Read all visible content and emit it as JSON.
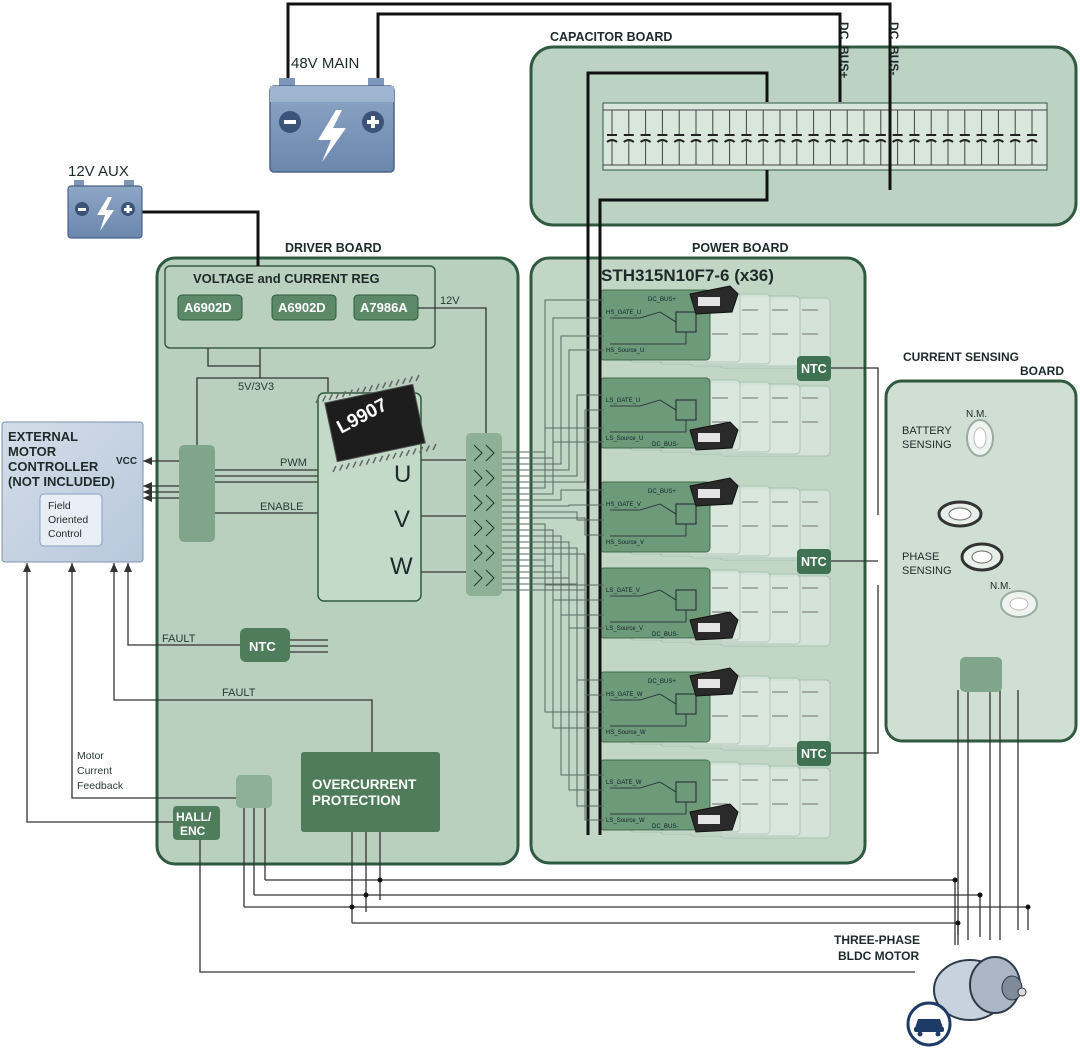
{
  "batteries": {
    "main": "48V MAIN",
    "aux": "12V AUX"
  },
  "boards": {
    "capacitor": "CAPACITOR BOARD",
    "driver": "DRIVER BOARD",
    "power": "POWER BOARD",
    "current_sensing": "CURRENT SENSING",
    "current_sensing_2": "BOARD"
  },
  "bus": {
    "plus": "DC_BUS+",
    "minus": "DC_BUS-"
  },
  "driver": {
    "reg_title": "VOLTAGE and CURRENT REG",
    "chips": [
      "A6902D",
      "A6902D",
      "A7986A"
    ],
    "v12": "12V",
    "v5": "5V/3V3",
    "ic": "L9907",
    "phases": [
      "U",
      "V",
      "W"
    ],
    "pwm": "PWM",
    "enable": "ENABLE",
    "ntc": "NTC",
    "fault": "FAULT",
    "fault2": "FAULT",
    "overcurrent": [
      "OVERCURRENT",
      "PROTECTION"
    ],
    "hall": [
      "HALL/",
      "ENC"
    ],
    "feedback": [
      "Motor",
      "Current",
      "Feedback"
    ]
  },
  "power": {
    "title": "STH315N10F7-6 (x36)",
    "ntc": [
      "NTC",
      "NTC",
      "NTC"
    ],
    "cells": [
      {
        "top": "DC_BUS+",
        "gate": "HS_GATE_U",
        "src": "HS_Source_U"
      },
      {
        "top": "",
        "gate": "LS_GATE_U",
        "src": "LS_Source_U",
        "bot": "DC_BUS-"
      },
      {
        "top": "DC_BUS+",
        "gate": "HS_GATE_V",
        "src": "HS_Source_V"
      },
      {
        "top": "",
        "gate": "LS_GATE_V",
        "src": "LS_Source_V",
        "bot": "DC_BUS-"
      },
      {
        "top": "DC_BUS+",
        "gate": "HS_GATE_W",
        "src": "HS_Source_W"
      },
      {
        "top": "",
        "gate": "LS_GATE_W",
        "src": "LS_Source_W",
        "bot": "DC_BUS-"
      }
    ]
  },
  "external": {
    "title": [
      "EXTERNAL",
      "MOTOR",
      "CONTROLLER",
      "(NOT INCLUDED)"
    ],
    "vcc": "VCC",
    "foc": [
      "Field",
      "Oriented",
      "Control"
    ]
  },
  "sensing": {
    "battery": [
      "BATTERY",
      "SENSING"
    ],
    "phase": [
      "PHASE",
      "SENSING"
    ],
    "nm": [
      "N.M.",
      "N.M."
    ]
  },
  "motor": [
    "THREE-PHASE",
    "BLDC MOTOR"
  ]
}
